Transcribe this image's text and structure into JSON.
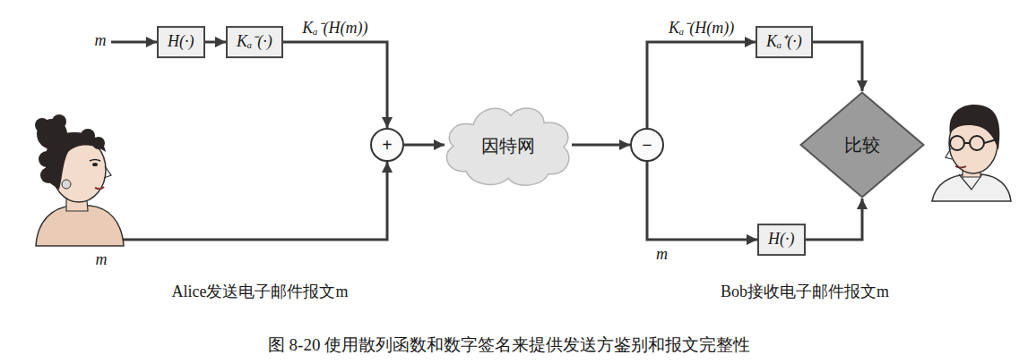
{
  "diagram": {
    "caption": "图 8-20 使用散列函数和数字签名来提供发送方鉴别和报文完整性",
    "nodes": [
      {
        "text": [
          "H(·)"
        ]
      },
      {
        "text": [
          "Kₐ⁻(·)"
        ]
      },
      {
        "text": [
          "+"
        ]
      },
      {
        "text": [
          "因特网"
        ]
      },
      {
        "text": [
          "−"
        ]
      },
      {
        "text": [
          "Kₐ⁺(·)"
        ]
      },
      {
        "text": [
          "H(·)"
        ]
      },
      {
        "text": [
          "比较"
        ]
      }
    ],
    "edges": [
      {
        "from": 0,
        "to": 1,
        "arrow": "to"
      },
      {
        "from": 1,
        "to": 2,
        "arrow": "to",
        "label": "Kₐ⁻(H(m))"
      },
      {
        "from": 2,
        "to": 3,
        "arrow": "to"
      },
      {
        "from": 3,
        "to": 4,
        "arrow": "to"
      },
      {
        "from": 4,
        "to": 5,
        "arrow": "to",
        "label": "Kₐ⁻(H(m))"
      },
      {
        "from": 4,
        "to": 6,
        "arrow": "to",
        "label": "m"
      },
      {
        "from": 5,
        "to": 7,
        "arrow": "to"
      },
      {
        "from": 6,
        "to": 7,
        "arrow": "to"
      }
    ],
    "labels": [
      "m",
      "m",
      "Alice发送电子邮件报文m",
      "Bob接收电子邮件报文m"
    ]
  }
}
